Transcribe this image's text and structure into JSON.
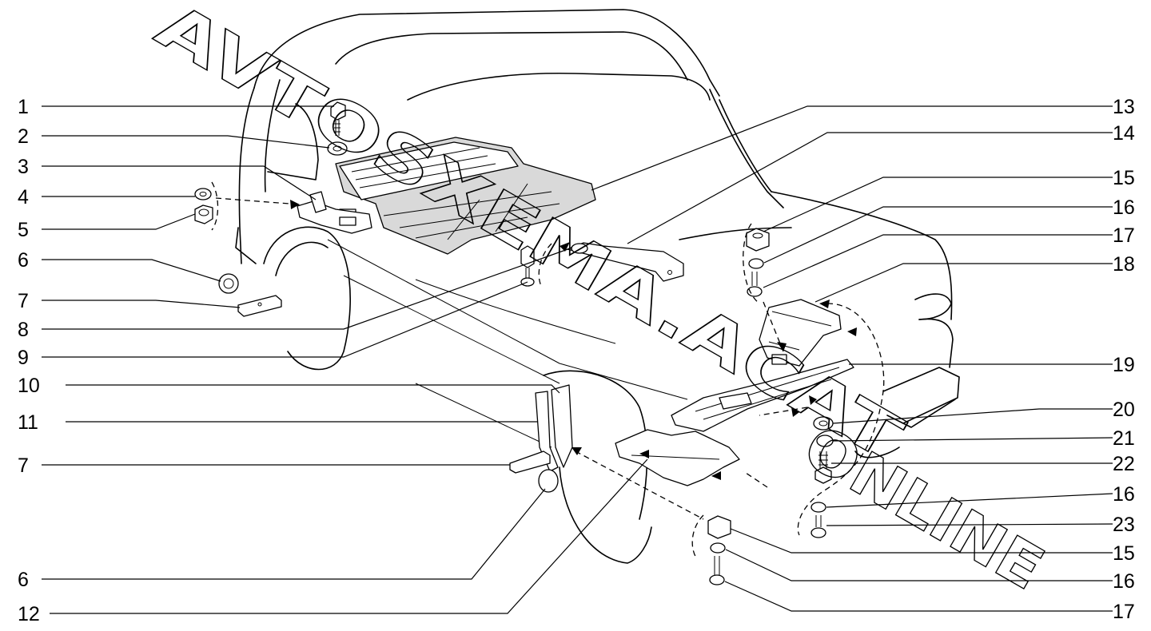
{
  "watermark": {
    "line1": "AVTOSXEMA.ACAT",
    "line2": "ONLINE"
  },
  "callouts_left": [
    {
      "number": "1"
    },
    {
      "number": "2"
    },
    {
      "number": "3"
    },
    {
      "number": "4"
    },
    {
      "number": "5"
    },
    {
      "number": "6"
    },
    {
      "number": "7"
    },
    {
      "number": "8"
    },
    {
      "number": "9"
    },
    {
      "number": "10"
    },
    {
      "number": "11"
    },
    {
      "number": "7"
    },
    {
      "number": "6"
    },
    {
      "number": "12"
    }
  ],
  "callouts_right": [
    {
      "number": "13"
    },
    {
      "number": "14"
    },
    {
      "number": "15"
    },
    {
      "number": "16"
    },
    {
      "number": "17"
    },
    {
      "number": "18"
    },
    {
      "number": "19"
    },
    {
      "number": "20"
    },
    {
      "number": "21"
    },
    {
      "number": "22"
    },
    {
      "number": "16"
    },
    {
      "number": "23"
    },
    {
      "number": "15"
    },
    {
      "number": "16"
    },
    {
      "number": "17"
    }
  ]
}
